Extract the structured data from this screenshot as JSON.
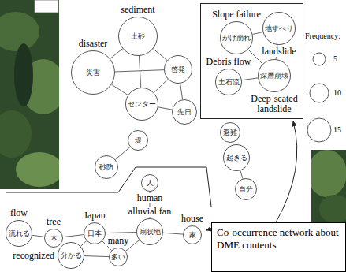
{
  "diagram": {
    "caption": "Co-occurrence network about DME contents",
    "nodes": [
      {
        "text": [
          "土砂",
          "sediment"
        ]
      },
      {
        "text": [
          "災害",
          "disaster"
        ]
      },
      {
        "text": [
          "啓発"
        ]
      },
      {
        "text": [
          "センター"
        ]
      },
      {
        "text": [
          "先日"
        ]
      },
      {
        "text": [
          "がけ崩れ",
          "Slope failure"
        ]
      },
      {
        "text": [
          "地すべり",
          "landslide"
        ]
      },
      {
        "text": [
          "土石流",
          "Debris flow"
        ]
      },
      {
        "text": [
          "深層崩壊",
          "Deep-scated landslide"
        ]
      },
      {
        "text": [
          "避難"
        ]
      },
      {
        "text": [
          "起きる"
        ]
      },
      {
        "text": [
          "自分"
        ]
      },
      {
        "text": [
          "堤"
        ]
      },
      {
        "text": [
          "砂防"
        ]
      },
      {
        "text": [
          "人",
          "human"
        ]
      },
      {
        "text": [
          "扇状地",
          "alluvial fan"
        ]
      },
      {
        "text": [
          "家",
          "house"
        ]
      },
      {
        "text": [
          "日本",
          "Japan"
        ]
      },
      {
        "text": [
          "木",
          "tree"
        ]
      },
      {
        "text": [
          "流れる",
          "flow"
        ]
      },
      {
        "text": [
          "分かる",
          "recognized"
        ]
      },
      {
        "text": [
          "多い",
          "many"
        ]
      }
    ],
    "edges": [
      {
        "from": 0,
        "to": 1,
        "arrow": "none"
      },
      {
        "from": 0,
        "to": 2,
        "arrow": "none"
      },
      {
        "from": 0,
        "to": 3,
        "arrow": "none"
      },
      {
        "from": 1,
        "to": 2,
        "arrow": "none"
      },
      {
        "from": 1,
        "to": 3,
        "arrow": "none"
      },
      {
        "from": 2,
        "to": 3,
        "arrow": "none"
      },
      {
        "from": 2,
        "to": 4,
        "arrow": "none"
      },
      {
        "from": 3,
        "to": 4,
        "arrow": "none"
      },
      {
        "from": 5,
        "to": 6,
        "arrow": "none"
      },
      {
        "from": 5,
        "to": 8,
        "arrow": "none"
      },
      {
        "from": 6,
        "to": 8,
        "arrow": "none"
      },
      {
        "from": 7,
        "to": 8,
        "arrow": "none"
      },
      {
        "from": 9,
        "to": 10,
        "arrow": "none"
      },
      {
        "from": 10,
        "to": 11,
        "arrow": "none"
      },
      {
        "from": 12,
        "to": 13,
        "arrow": "none"
      },
      {
        "from": 14,
        "to": 15,
        "arrow": "none"
      },
      {
        "from": 15,
        "to": 16,
        "arrow": "none"
      },
      {
        "from": 15,
        "to": 17,
        "arrow": "none"
      },
      {
        "from": 17,
        "to": 18,
        "arrow": "none"
      },
      {
        "from": 18,
        "to": 19,
        "arrow": "none"
      },
      {
        "from": 17,
        "to": 20,
        "arrow": "none"
      },
      {
        "from": 17,
        "to": 21,
        "arrow": "none"
      },
      {
        "from": 20,
        "to": 21,
        "arrow": "none"
      },
      {
        "from": 15,
        "to": 21,
        "arrow": "none"
      }
    ],
    "labels": [
      "Frequency:"
    ],
    "legend": [
      {
        "text": "5"
      },
      {
        "text": "10"
      },
      {
        "text": "15"
      }
    ]
  }
}
